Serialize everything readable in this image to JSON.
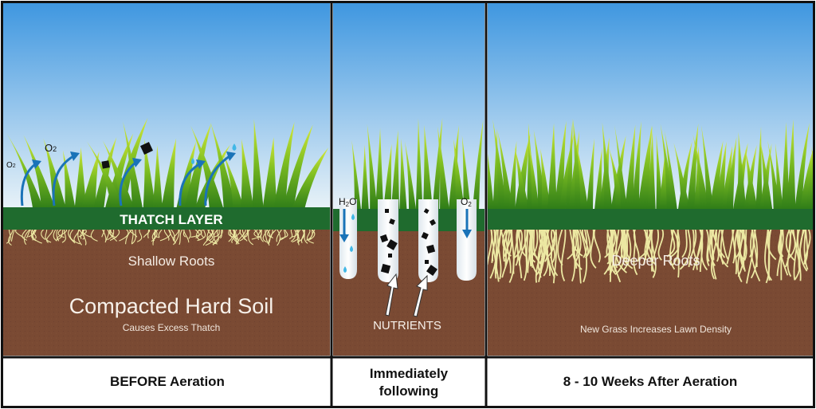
{
  "panels": {
    "before": {
      "thatch_label": "THATCH LAYER",
      "roots_label": "Shallow Roots",
      "soil_label": "Compacted Hard Soil",
      "soil_sub": "Causes Excess Thatch",
      "o2_a": "O",
      "o2_a_sub": "2",
      "o2_b": "O",
      "o2_b_sub": "2",
      "caption": "BEFORE Aeration"
    },
    "during": {
      "h2o_h": "H",
      "h2o_sub": "2",
      "h2o_o": "O",
      "o2": "O",
      "o2_sub": "2",
      "nutrients_label": "NUTRIENTS",
      "caption_line1": "Immediately",
      "caption_line2": "following"
    },
    "after": {
      "roots_label": "Deeper Roots",
      "density_label": "New Grass Increases Lawn Density",
      "caption": "8 - 10 Weeks After Aeration"
    }
  },
  "colors": {
    "sky_top": "#3f97e0",
    "sky_bottom": "#eaf3f8",
    "thatch": "#1f6b2e",
    "soil": "#7a4a33",
    "grass_dark": "#3f8a1f",
    "grass_light": "#d6e83a",
    "roots": "#ece8a2",
    "arrow_blue": "#1a73b8",
    "water_drop": "#41b7e6",
    "border": "#111111"
  },
  "icons": [
    "water-drop-icon",
    "oxygen-arrow-icon",
    "nutrient-particle-icon"
  ]
}
